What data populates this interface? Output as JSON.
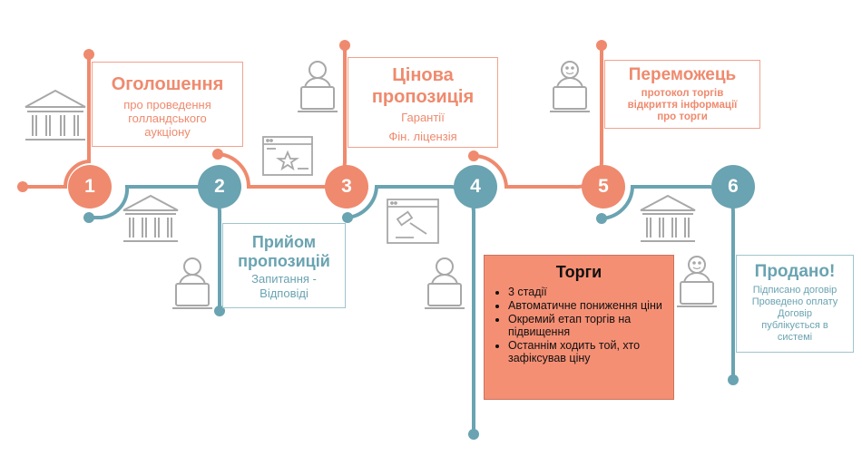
{
  "steps": [
    {
      "number": "1",
      "title": "Оголошення",
      "lines": [
        "про проведення",
        "голландського",
        "аукціону"
      ]
    },
    {
      "number": "2",
      "title_lines": [
        "Прийом",
        "пропозицій"
      ],
      "lines": [
        "Запитання -",
        "Відповіді"
      ]
    },
    {
      "number": "3",
      "title_lines": [
        "Цінова",
        "пропозиція"
      ],
      "lines": [
        "Гарантії",
        "Фін. ліцензія"
      ]
    },
    {
      "number": "4",
      "title": "Торги",
      "bullets": [
        "3 стадії",
        "Автоматичне пониження ціни",
        "Окремий етап торгів на підвищення",
        "Останнім ходить той, хто зафіксував ціну"
      ]
    },
    {
      "number": "5",
      "title": "Переможець",
      "lines": [
        "протокол торгів",
        "відкриття інформації",
        "про торги"
      ]
    },
    {
      "number": "6",
      "title": "Продано!",
      "lines": [
        "Підписано договір",
        "Проведено оплату",
        "Договір",
        "публікується в",
        "системі"
      ]
    }
  ],
  "colors": {
    "salmon": "#ef8a6e",
    "teal": "#6aa3b1",
    "icon_gray": "#a8a8a8",
    "torgi_fill": "#f58f74"
  },
  "icons": [
    "bank-icon",
    "user-laptop-icon",
    "star-browser-icon",
    "gavel-browser-icon",
    "smiling-user-laptop-icon"
  ]
}
